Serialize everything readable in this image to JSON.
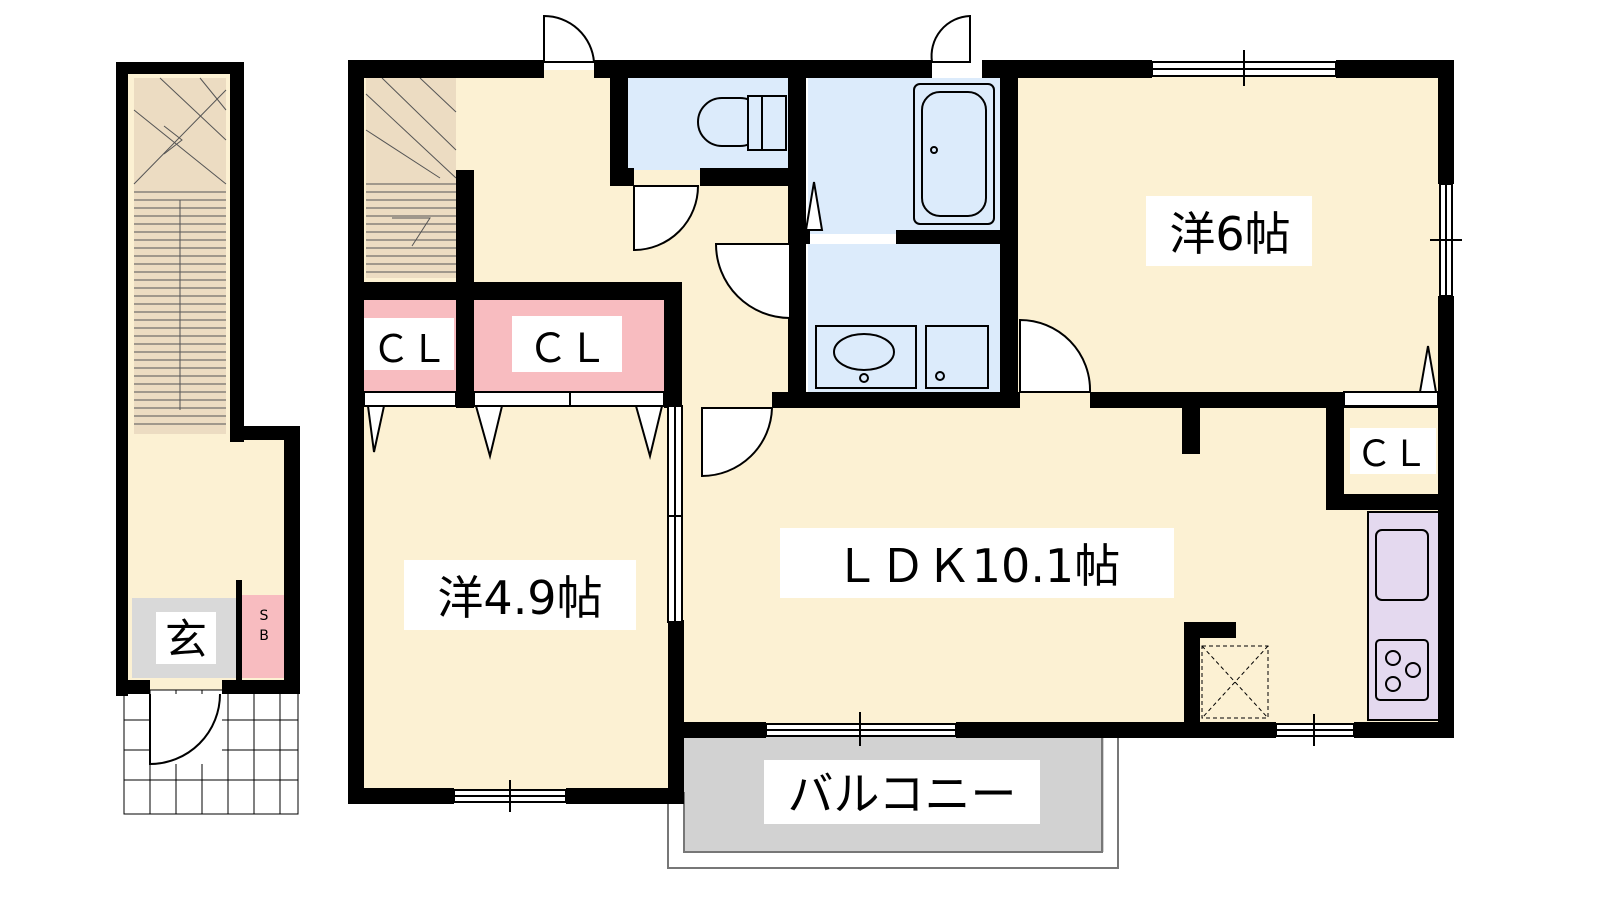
{
  "labels": {
    "room_6": "洋6帖",
    "room_49": "洋4.9帖",
    "ldk": "ＬＤＫ10.1帖",
    "balcony": "バルコニー",
    "genkan": "玄",
    "shoe_box_1": "S",
    "shoe_box_2": "B",
    "closet_a": "ＣＬ",
    "closet_b": "ＣＬ",
    "closet_c": "ＣＬ"
  },
  "colors": {
    "room": "#fcf1d3",
    "wet": "#dcebfb",
    "closet": "#f8bcc0",
    "stairs": "#ecdcc2",
    "entry": "#d9d9d9",
    "balcony": "#d2d2d2",
    "kitchen": "#e4d9ef",
    "wall": "#000000"
  }
}
